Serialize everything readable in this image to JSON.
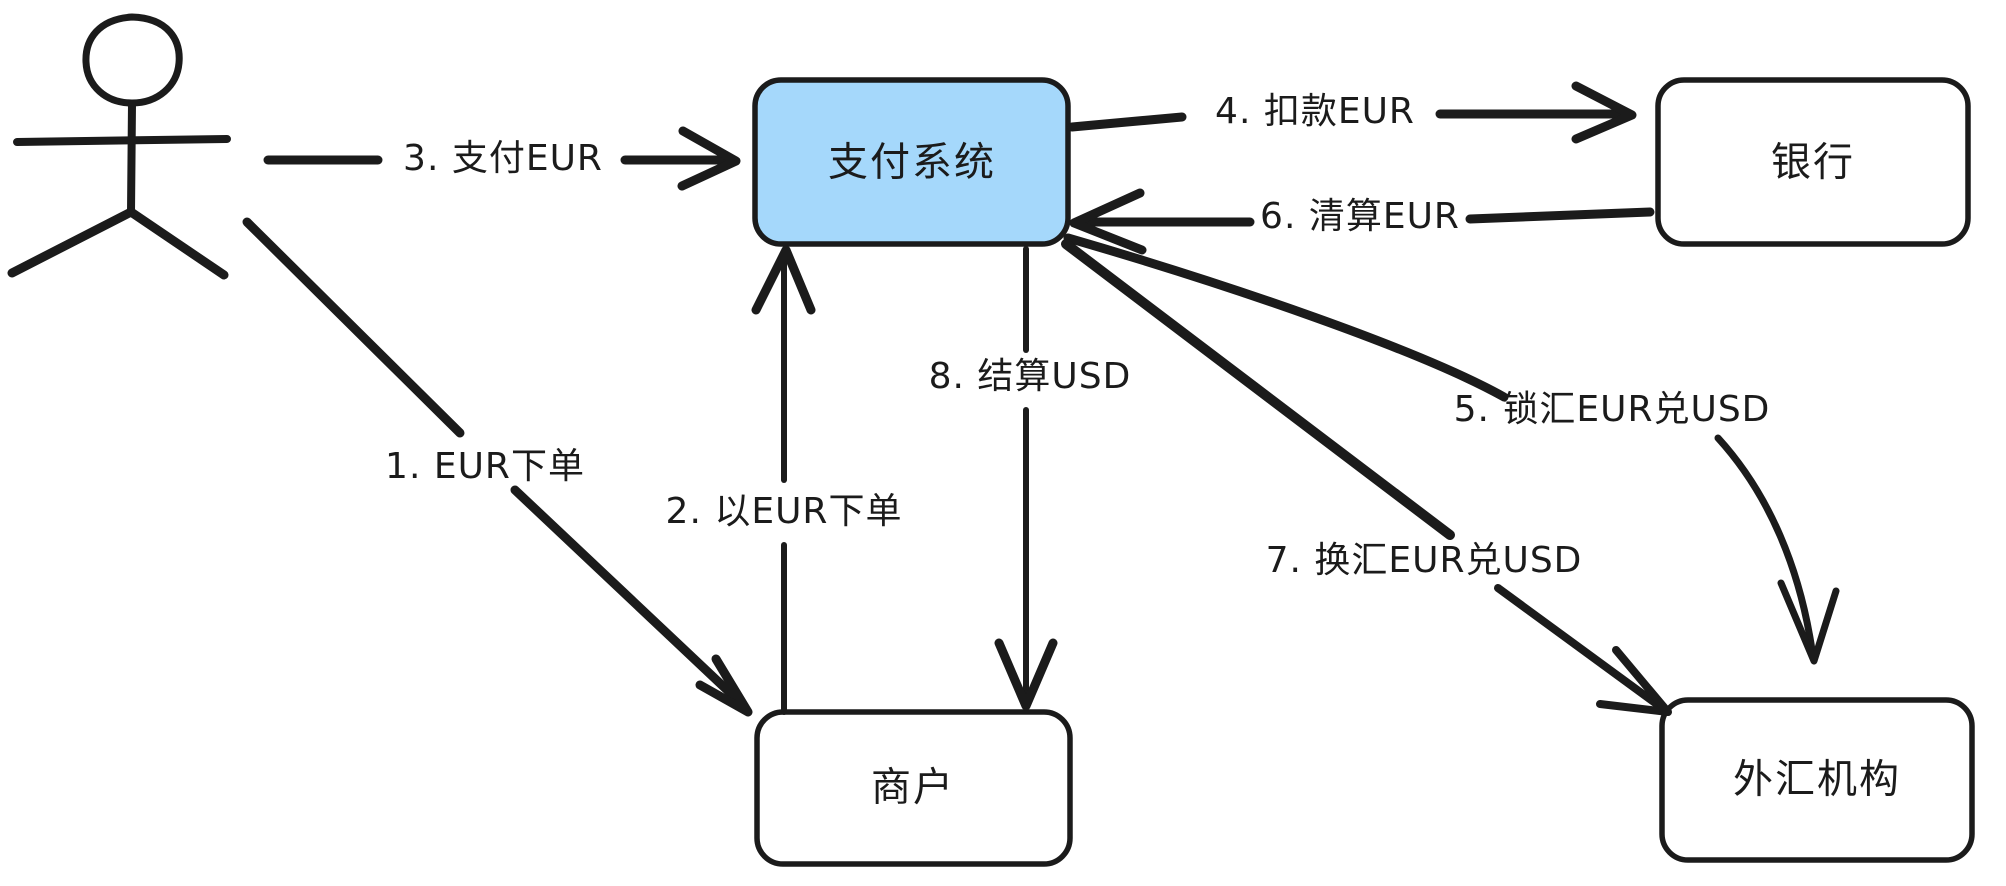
{
  "diagram": {
    "title": "",
    "style": "hand-drawn excalidraw-style flow diagram",
    "background_color": "#ffffff",
    "ink_color": "#1b1b1b",
    "accent_fill": "#a5d8fb",
    "nodes": [
      {
        "id": "user",
        "label": "",
        "shape": "stick-figure",
        "fill": "none"
      },
      {
        "id": "payment-system",
        "label": "支付系统",
        "shape": "rounded-rect",
        "fill": "#a5d8fb"
      },
      {
        "id": "bank",
        "label": "银行",
        "shape": "rounded-rect",
        "fill": "#ffffff"
      },
      {
        "id": "merchant",
        "label": "商户",
        "shape": "rounded-rect",
        "fill": "#ffffff"
      },
      {
        "id": "fx",
        "label": "外汇机构",
        "shape": "rounded-rect",
        "fill": "#ffffff"
      }
    ],
    "edges": [
      {
        "id": "e1",
        "step": "1",
        "label": "1. EUR下单",
        "from": "user",
        "to": "merchant"
      },
      {
        "id": "e2",
        "step": "2",
        "label": "2. 以EUR下单",
        "from": "merchant",
        "to": "payment-system"
      },
      {
        "id": "e3",
        "step": "3",
        "label": "3. 支付EUR",
        "from": "user",
        "to": "payment-system"
      },
      {
        "id": "e4",
        "step": "4",
        "label": "4. 扣款EUR",
        "from": "payment-system",
        "to": "bank"
      },
      {
        "id": "e5",
        "step": "5",
        "label": "5. 锁汇EUR兑USD",
        "from": "payment-system",
        "to": "fx"
      },
      {
        "id": "e6",
        "step": "6",
        "label": "6. 清算EUR",
        "from": "bank",
        "to": "payment-system"
      },
      {
        "id": "e7",
        "step": "7",
        "label": "7. 换汇EUR兑USD",
        "from": "payment-system",
        "to": "fx"
      },
      {
        "id": "e8",
        "step": "8",
        "label": "8. 结算USD",
        "from": "payment-system",
        "to": "merchant"
      }
    ]
  }
}
